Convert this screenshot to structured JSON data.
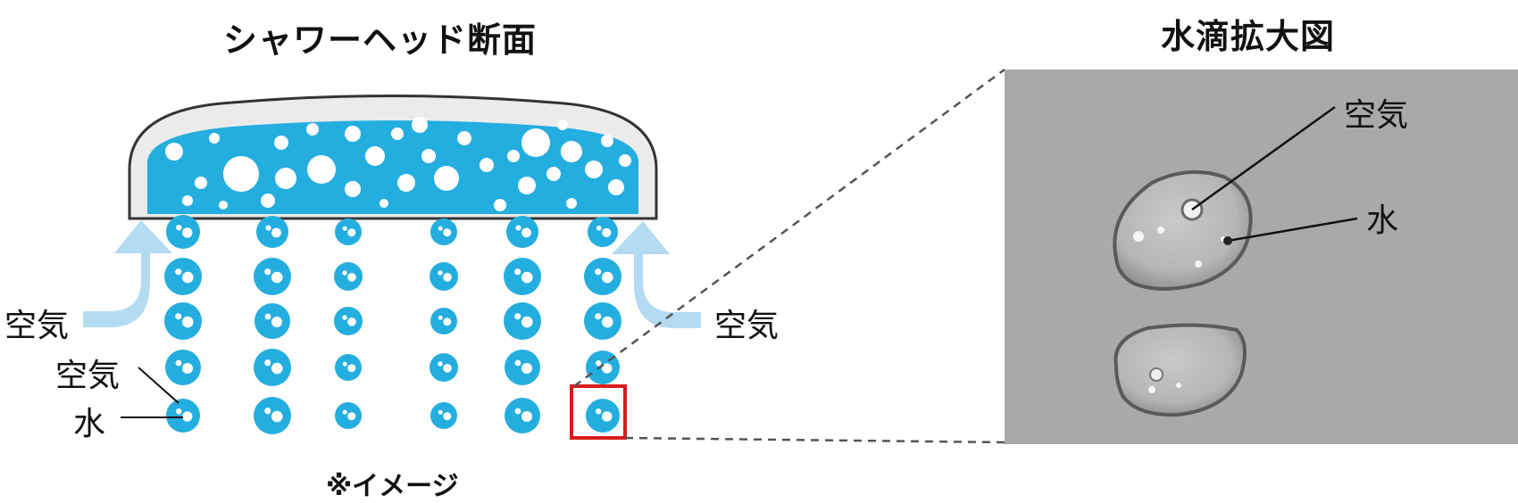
{
  "left_title": "シャワーヘッド断面",
  "right_title": "水滴拡大図",
  "labels": {
    "air_left": "空気",
    "air_right": "空気",
    "air_pointer": "空気",
    "water_pointer": "水",
    "air_zoom": "空気",
    "water_zoom": "水"
  },
  "footnote": "※イメージ",
  "colors": {
    "water": "#24aee0",
    "airflow": "#b3dbf2",
    "housing": "#ebebeb",
    "highlight": "#d91b1b",
    "photo_bg": "#a9a9a9"
  }
}
